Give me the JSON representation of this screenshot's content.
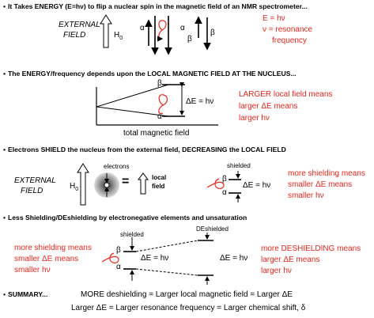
{
  "s1": {
    "heading": "It Takes ENERGY (E=hν) to flip a nuclear spin in the magnetic field of an NMR spectrometer...",
    "external": "EXTERNAL",
    "field": "FIELD",
    "h0": "H",
    "h0_sub": "0",
    "alpha": "α",
    "beta": "β",
    "red1": "E = hν",
    "red2": "ν = resonance",
    "red3": "frequency"
  },
  "s2": {
    "heading": "The ENERGY/frequency depends upon the LOCAL MAGNETIC FIELD AT THE NUCLEUS...",
    "beta": "β",
    "alpha": "α",
    "delta": "ΔE = hν",
    "axis": "total magnetic field",
    "red1": "LARGER local field means",
    "red2": "larger ΔE means",
    "red3": "larger hν"
  },
  "s3": {
    "heading": "Electrons SHIELD the nucleus from the external field, DECREASING the LOCAL FIELD",
    "external": "EXTERNAL",
    "field": "FIELD",
    "h0": "H",
    "h0_sub": "0",
    "electrons": "electrons",
    "equals": "=",
    "local1": "local",
    "local2": "field",
    "shielded": "shielded",
    "beta": "β",
    "alpha": "α",
    "delta": "ΔE = hν",
    "red1": "more shielding means",
    "red2": "smaller ΔE means",
    "red3": "smaller hν"
  },
  "s4": {
    "heading": "Less Shielding/DEshielding by electronegative elements and unsaturation",
    "shielded": "shielded",
    "deshielded": "DEshielded",
    "beta": "β",
    "alpha": "α",
    "delta1": "ΔE = hν",
    "delta2": "ΔE = hν",
    "redL1": "more shielding means",
    "redL2": "smaller ΔE means",
    "redL3": "smaller hν",
    "redR1": "more DESHIELDING means",
    "redR2": "larger ΔE means",
    "redR3": "larger hν"
  },
  "s5": {
    "heading": "SUMMARY...",
    "line1": "MORE deshielding = Larger local magnetic field = Larger ΔE",
    "line2": "Larger ΔE = Larger resonance frequency = Larger chemical shift, δ"
  }
}
